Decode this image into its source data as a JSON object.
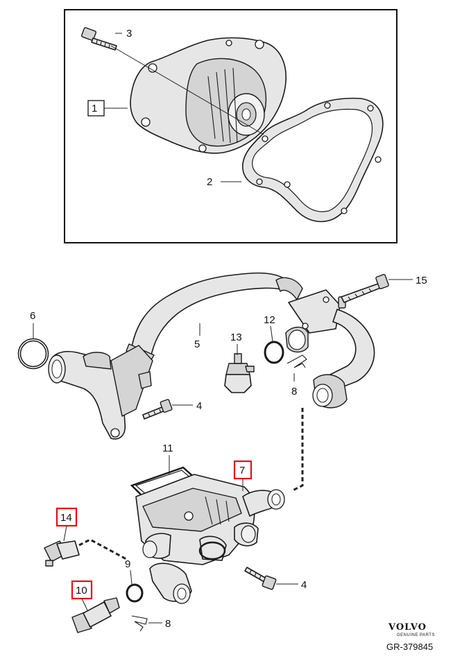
{
  "callouts": {
    "c1": "1",
    "c2": "2",
    "c3": "3",
    "c4a": "4",
    "c4b": "4",
    "c5": "5",
    "c6": "6",
    "c7": "7",
    "c8a": "8",
    "c8b": "8",
    "c9": "9",
    "c10": "10",
    "c11": "11",
    "c12": "12",
    "c13": "13",
    "c14": "14",
    "c15": "15"
  },
  "brand": {
    "name": "VOLVO",
    "tagline": "GENUINE PARTS"
  },
  "reference": "GR-379845",
  "highlight_color": "#e0101a"
}
